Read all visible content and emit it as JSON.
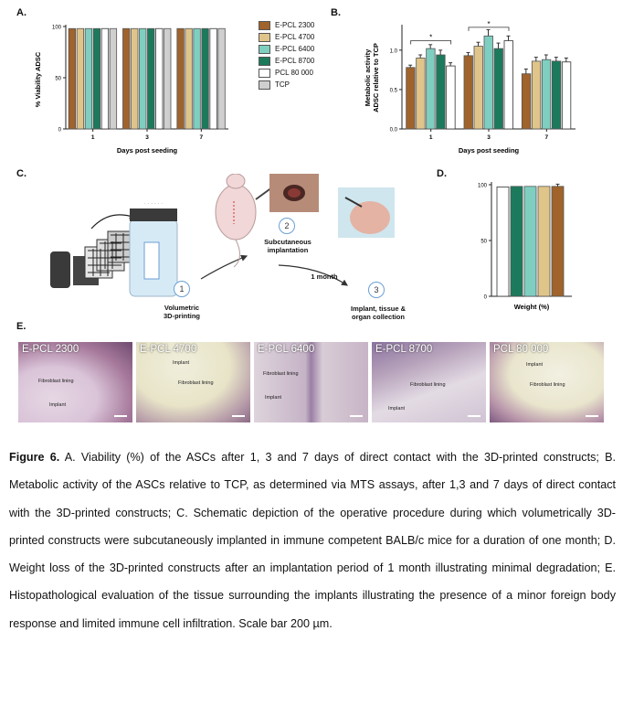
{
  "panel_labels": {
    "a": "A.",
    "b": "B.",
    "c": "C.",
    "d": "D.",
    "e": "E."
  },
  "legend": [
    {
      "label": "E-PCL 2300",
      "color": "#a0632b",
      "fill": true
    },
    {
      "label": "E-PCL 4700",
      "color": "#e0c58a",
      "fill": true
    },
    {
      "label": "E-PCL 6400",
      "color": "#7fcfc0",
      "fill": true
    },
    {
      "label": "E-PCL 8700",
      "color": "#1c7a5c",
      "fill": true
    },
    {
      "label": "PCL 80 000",
      "color": "#ffffff",
      "fill": false
    },
    {
      "label": "TCP",
      "color": "#cfcfcf",
      "fill": true
    }
  ],
  "chart_data": [
    {
      "type": "bar",
      "panel": "A",
      "categories": [
        "1",
        "3",
        "7"
      ],
      "series": [
        {
          "name": "E-PCL 2300",
          "values": [
            98,
            98,
            98
          ]
        },
        {
          "name": "E-PCL 4700",
          "values": [
            98,
            98,
            98
          ]
        },
        {
          "name": "E-PCL 6400",
          "values": [
            98,
            98,
            98
          ]
        },
        {
          "name": "E-PCL 8700",
          "values": [
            98,
            98,
            98
          ]
        },
        {
          "name": "PCL 80 000",
          "values": [
            98,
            98,
            98
          ]
        },
        {
          "name": "TCP",
          "values": [
            98,
            98,
            98
          ]
        }
      ],
      "xlabel": "Days post seeding",
      "ylabel": "% Viability ADSC",
      "yticks": [
        "0",
        "50",
        "100"
      ],
      "ylim": [
        0,
        100
      ]
    },
    {
      "type": "bar",
      "panel": "B",
      "categories": [
        "1",
        "3",
        "7"
      ],
      "series": [
        {
          "name": "E-PCL 2300",
          "values": [
            0.78,
            0.93,
            0.7
          ],
          "err": [
            0.03,
            0.04,
            0.06
          ]
        },
        {
          "name": "E-PCL 4700",
          "values": [
            0.9,
            1.05,
            0.86
          ],
          "err": [
            0.04,
            0.05,
            0.05
          ]
        },
        {
          "name": "E-PCL 6400",
          "values": [
            1.02,
            1.18,
            0.88
          ],
          "err": [
            0.05,
            0.08,
            0.06
          ]
        },
        {
          "name": "E-PCL 8700",
          "values": [
            0.94,
            1.02,
            0.86
          ],
          "err": [
            0.06,
            0.07,
            0.05
          ]
        },
        {
          "name": "PCL 80 000",
          "values": [
            0.8,
            1.12,
            0.85
          ],
          "err": [
            0.04,
            0.06,
            0.05
          ]
        }
      ],
      "xlabel": "Days post seeding",
      "ylabel_lines": [
        "Metabolic activity",
        "ADSC relative to TCP"
      ],
      "yticks": [
        "0.0",
        "0.5",
        "1.0"
      ],
      "ylim": [
        0,
        1.3
      ],
      "significance": [
        "*",
        "*"
      ]
    },
    {
      "type": "bar",
      "panel": "D",
      "series": [
        {
          "name": "PCL 80 000",
          "values": [
            98
          ]
        },
        {
          "name": "E-PCL 8700",
          "values": [
            98.5
          ]
        },
        {
          "name": "E-PCL 6400",
          "values": [
            98.5
          ]
        },
        {
          "name": "E-PCL 4700",
          "values": [
            98.5
          ]
        },
        {
          "name": "E-PCL 2300",
          "values": [
            98.5
          ],
          "err": 2
        }
      ],
      "xlabel": "Weight (%)",
      "yticks": [
        "0",
        "50",
        "100"
      ],
      "ylim": [
        0,
        100
      ]
    }
  ],
  "schematic": {
    "step1_number": "1",
    "step1_label": "Volumetric\n3D-printing",
    "step2_number": "2",
    "step2_label": "Subcutaneous\nimplantation",
    "step3_number": "3",
    "step3_label": "Implant, tissue &\norgan collection",
    "duration": "1 month"
  },
  "histology": [
    {
      "tag": "E-PCL 2300",
      "notes": [
        "Fibroblast lining",
        "Implant"
      ]
    },
    {
      "tag": "E-PCL 4700",
      "notes": [
        "Implant",
        "Fibroblast lining"
      ]
    },
    {
      "tag": "E-PCL 6400",
      "notes": [
        "Fibroblast lining",
        "Implant"
      ]
    },
    {
      "tag": "E-PCL 8700",
      "notes": [
        "Fibroblast lining",
        "Implant"
      ]
    },
    {
      "tag": "PCL 80 000",
      "notes": [
        "Implant",
        "Fibroblast lining"
      ]
    }
  ],
  "caption": {
    "figure": "Figure 6.",
    "text": " A. Viability (%) of the ASCs after 1, 3 and 7 days of direct contact with the 3D-printed constructs; B. Metabolic activity of the ASCs relative to TCP, as determined via MTS assays, after 1,3 and 7 days of direct contact with the 3D-printed constructs; C. Schematic depiction of the operative procedure during which volumetrically 3D-printed constructs were subcutaneously implanted in immune competent BALB/c mice for a duration of one month; D. Weight loss of the 3D-printed constructs after an implantation period of 1 month illustrating minimal degradation; E. Histopathological evaluation of the tissue surrounding the implants illustrating the presence of a minor foreign body response and limited immune cell infiltration. Scale bar 200 µm."
  }
}
